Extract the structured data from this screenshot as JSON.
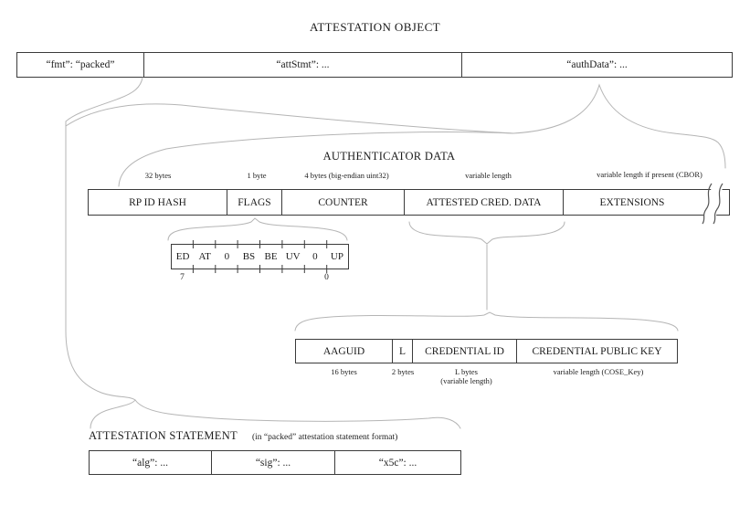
{
  "title": "ATTESTATION OBJECT",
  "attestation_object": {
    "fmt": "“fmt”: “packed”",
    "att_stmt": "“attStmt”: ...",
    "auth_data": "“authData”: ..."
  },
  "authenticator_data": {
    "heading": "AUTHENTICATOR DATA",
    "fields": [
      {
        "label": "RP ID HASH",
        "size": "32 bytes"
      },
      {
        "label": "FLAGS",
        "size": "1 byte"
      },
      {
        "label": "COUNTER",
        "size": "4 bytes (big-endian uint32)"
      },
      {
        "label": "ATTESTED CRED. DATA",
        "size": "variable length"
      },
      {
        "label": "EXTENSIONS",
        "size": "variable length if present (CBOR)"
      }
    ]
  },
  "flags_detail": {
    "bits": [
      "ED",
      "AT",
      "0",
      "BS",
      "BE",
      "UV",
      "0",
      "UP"
    ],
    "msb": "7",
    "lsb": "0"
  },
  "attested_cred_data_detail": {
    "fields": [
      {
        "label": "AAGUID",
        "size": "16 bytes"
      },
      {
        "label": "L",
        "size": "2 bytes"
      },
      {
        "label": "CREDENTIAL ID",
        "size": "L bytes",
        "size_note": "(variable length)"
      },
      {
        "label": "CREDENTIAL PUBLIC KEY",
        "size": "variable length (COSE_Key)"
      }
    ]
  },
  "attestation_statement": {
    "heading": "ATTESTATION STATEMENT",
    "note": "(in “packed” attestation statement format)",
    "fields": [
      {
        "label": "“alg”: ..."
      },
      {
        "label": "“sig”: ..."
      },
      {
        "label": "“x5c”: ..."
      }
    ]
  },
  "colors": {
    "line": "#b5b5b5",
    "border": "#3b3b3b",
    "text": "#1c1c1c",
    "background": "#ffffff"
  }
}
